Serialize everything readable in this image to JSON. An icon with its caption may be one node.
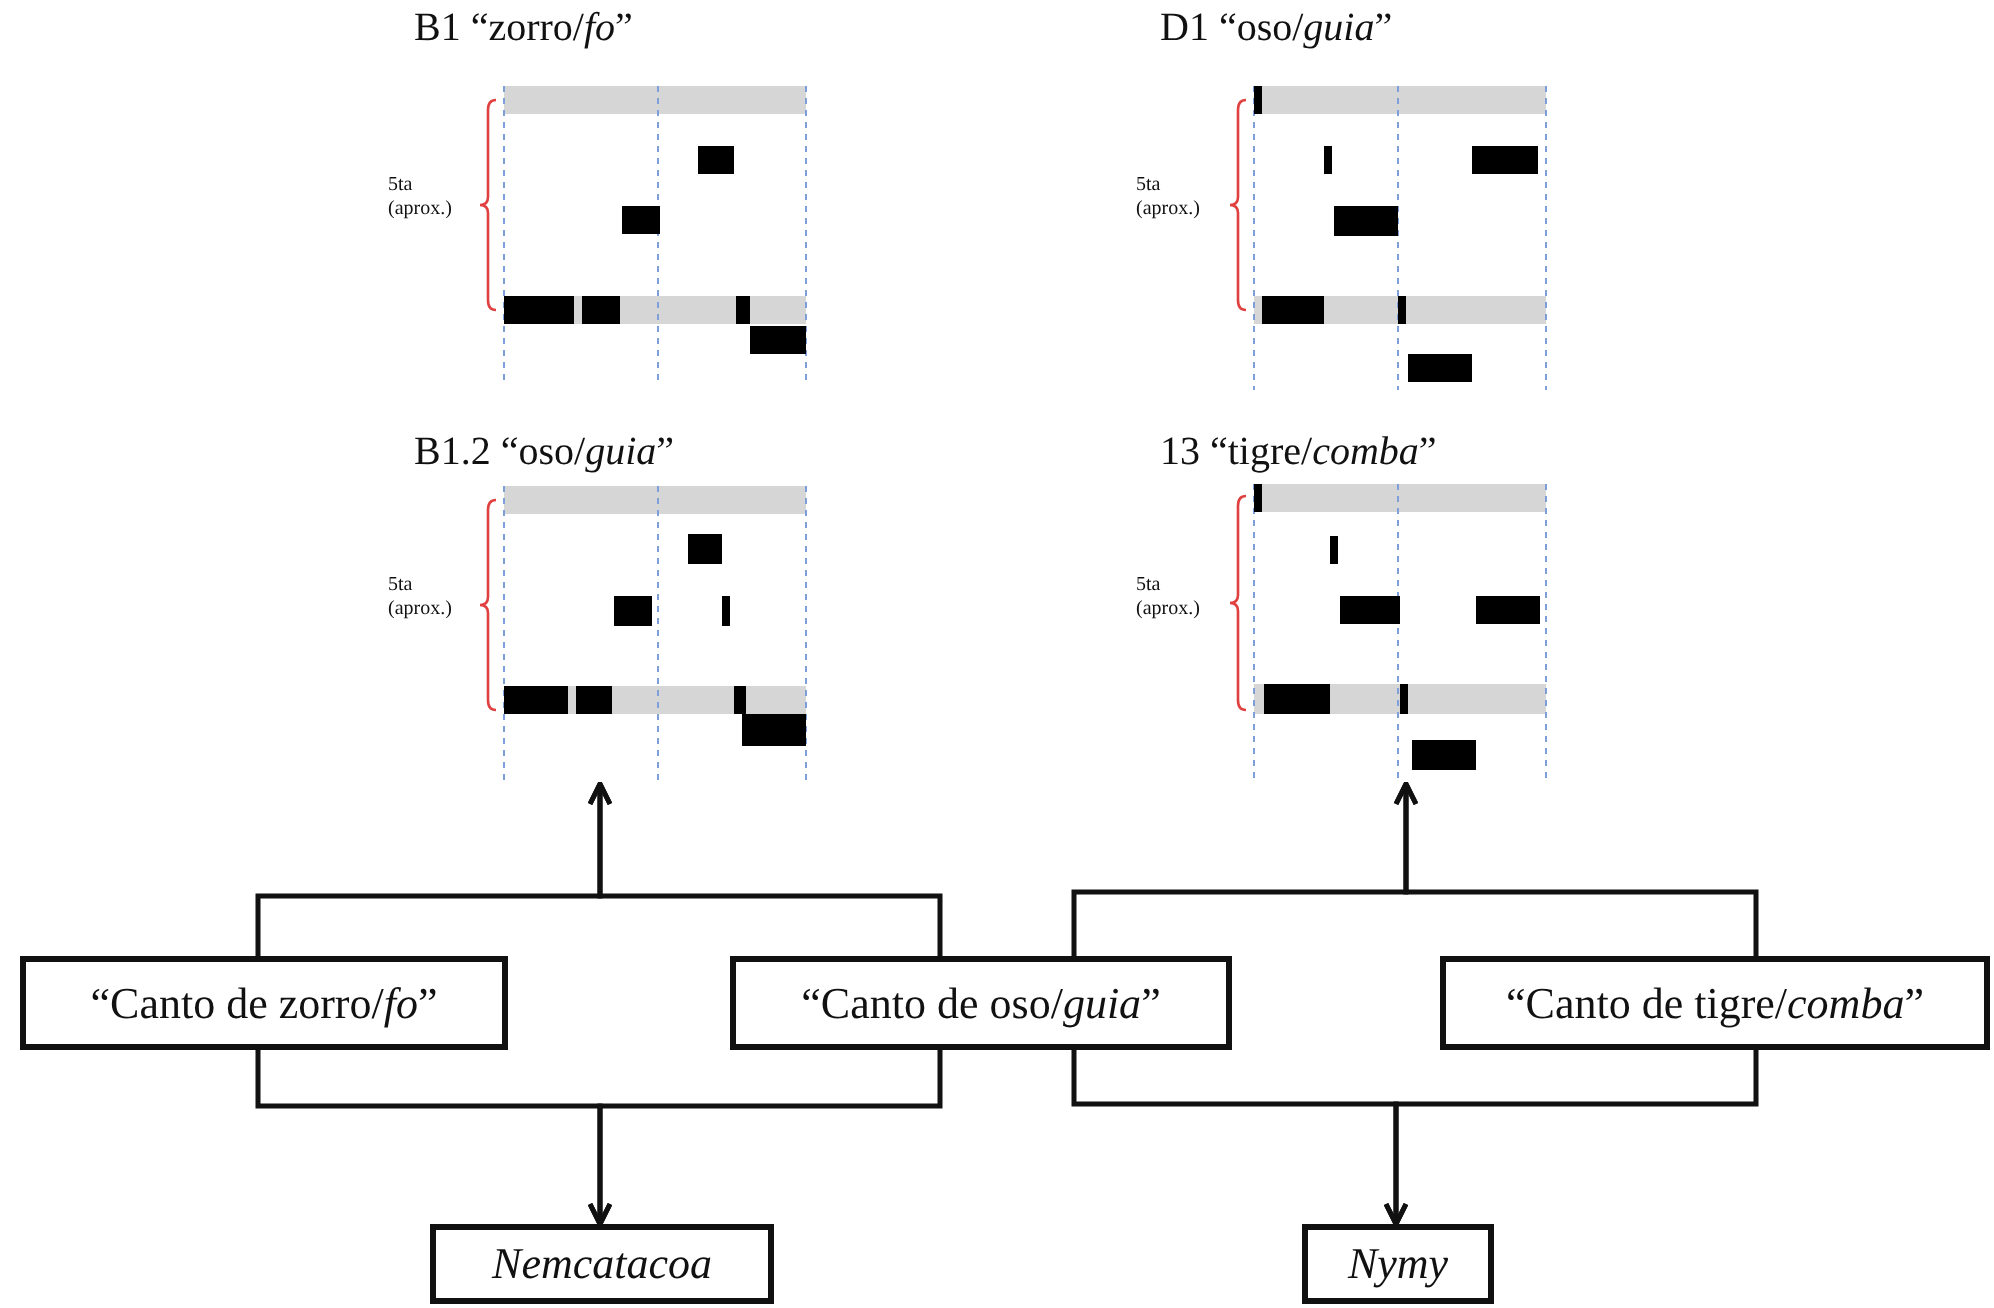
{
  "diagram": {
    "nodes": [
      {
        "text": [
          "“Canto de zorro/*fo*”"
        ]
      },
      {
        "text": [
          "“Canto de oso/*guia*”"
        ]
      },
      {
        "text": [
          "“Canto de tigre/*comba*”"
        ]
      },
      {
        "text": [
          "Nemcatacoa"
        ]
      },
      {
        "text": [
          "Nymy"
        ]
      },
      {
        "text": [
          "B1 “zorro/*fo*”",
          "5ta (aprox.)"
        ]
      },
      {
        "text": [
          "B1.2 “oso/*guia*”",
          "5ta (aprox.)"
        ]
      },
      {
        "text": [
          "D1 “oso/*guia*”",
          "5ta (aprox.)"
        ]
      },
      {
        "text": [
          "13 “tigre/*comba*”",
          "5ta (aprox.)"
        ]
      }
    ],
    "edges": [
      {
        "from": 0,
        "to": 6,
        "arrow": "to"
      },
      {
        "from": 1,
        "to": 6,
        "arrow": "to"
      },
      {
        "from": 0,
        "to": 3,
        "arrow": "to"
      },
      {
        "from": 1,
        "to": 3,
        "arrow": "to"
      },
      {
        "from": 1,
        "to": 8,
        "arrow": "to"
      },
      {
        "from": 2,
        "to": 8,
        "arrow": "to"
      },
      {
        "from": 1,
        "to": 4,
        "arrow": "to"
      },
      {
        "from": 2,
        "to": 4,
        "arrow": "to"
      }
    ]
  }
}
